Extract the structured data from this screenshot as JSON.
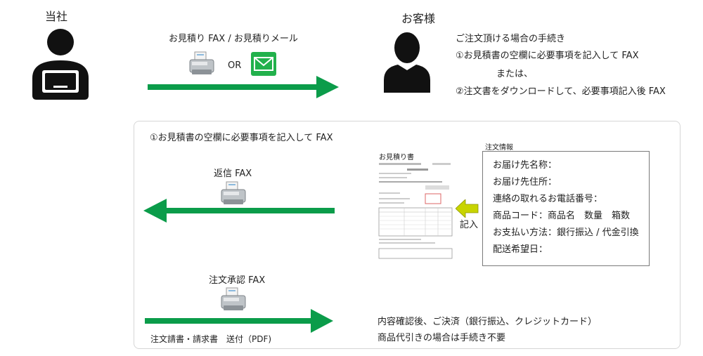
{
  "top": {
    "company_label": "当社",
    "customer_label": "お客様",
    "send_label": "お見積り FAX / お見積りメール",
    "or_label": "OR",
    "instructions": [
      "ご注文頂ける場合の手続き",
      "①お見積書の空欄に必要事項を記入して FAX",
      "または、",
      "②注文書をダウンロードして、必要事項記入後 FAX"
    ]
  },
  "panel": {
    "title": "①お見積書の空欄に必要事項を記入して FAX",
    "reply_fax_label": "返信 FAX",
    "approve_fax_label": "注文承認 FAX",
    "send_docs_label": "注文請書・請求書　送付（PDF)",
    "fill_in_label": "記入",
    "doc_title": "お見積り書",
    "info_title": "注文情報",
    "info_rows": [
      "お届け先名称：",
      "お届け先住所：",
      "連絡の取れるお電話番号：",
      "商品コード：商品名　数量　箱数",
      "お支払い方法：銀行振込 / 代金引換",
      "配送希望日："
    ],
    "confirm_lines": [
      "内容確認後、ご決済（銀行振込、クレジットカード）",
      "商品代引きの場合は手続き不要"
    ]
  },
  "colors": {
    "arrow_green": "#0b9c4a",
    "mail_green": "#22b14c",
    "arrow_yellow": "#c8d400"
  },
  "icons": [
    "person-laptop-icon",
    "person-icon",
    "fax-machine-icon",
    "mail-icon",
    "fill-in-arrow-icon"
  ]
}
